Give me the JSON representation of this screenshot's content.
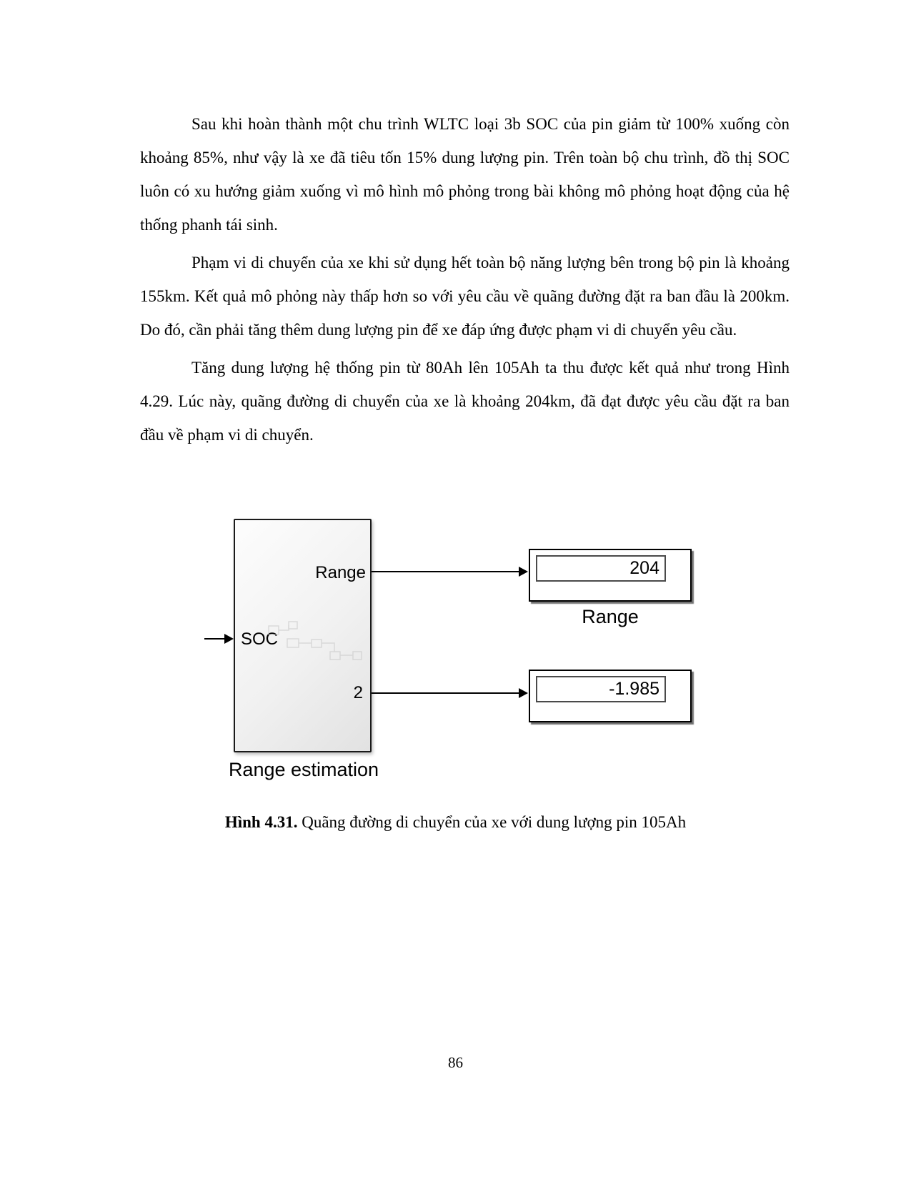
{
  "content": {
    "paragraphs": [
      {
        "text": "Sau khi hoàn thành một chu trình WLTC loại 3b SOC của pin giảm từ 100% xuống còn khoảng 85%, như vậy là xe đã tiêu tốn 15% dung lượng pin. Trên toàn bộ chu trình, đồ thị SOC luôn có xu hướng giảm xuống vì mô hình mô phỏng trong bài không mô phỏng hoạt động của hệ thống phanh tái sinh."
      },
      {
        "text": "Phạm vi di chuyển của xe khi sử dụng hết toàn bộ năng lượng bên trong bộ pin là khoảng 155km. Kết quả mô phỏng này thấp hơn so với yêu cầu về quãng đường đặt ra ban đầu là 200km. Do đó, cần phải tăng thêm dung lượng pin để xe đáp ứng được phạm vi di chuyển yêu cầu."
      },
      {
        "text": "Tăng dung lượng hệ thống pin từ 80Ah lên 105Ah ta thu được kết quả như trong Hình 4.29. Lúc này, quãng đường di chuyển của xe là khoảng 204km, đã đạt được yêu cầu đặt ra ban đầu về phạm vi di chuyển."
      }
    ],
    "caption": {
      "label": "Hình 4.31.",
      "text": " Quãng đường di chuyển của xe với dung lượng pin 105Ah"
    },
    "page_number": "86"
  },
  "diagram": {
    "main_block": {
      "label": "Range estimation",
      "port_range": "Range",
      "port_soc": "SOC",
      "port_2": "2"
    },
    "display_range": {
      "value": "204",
      "label": "Range"
    },
    "display_2": {
      "value": "-1.985"
    }
  }
}
